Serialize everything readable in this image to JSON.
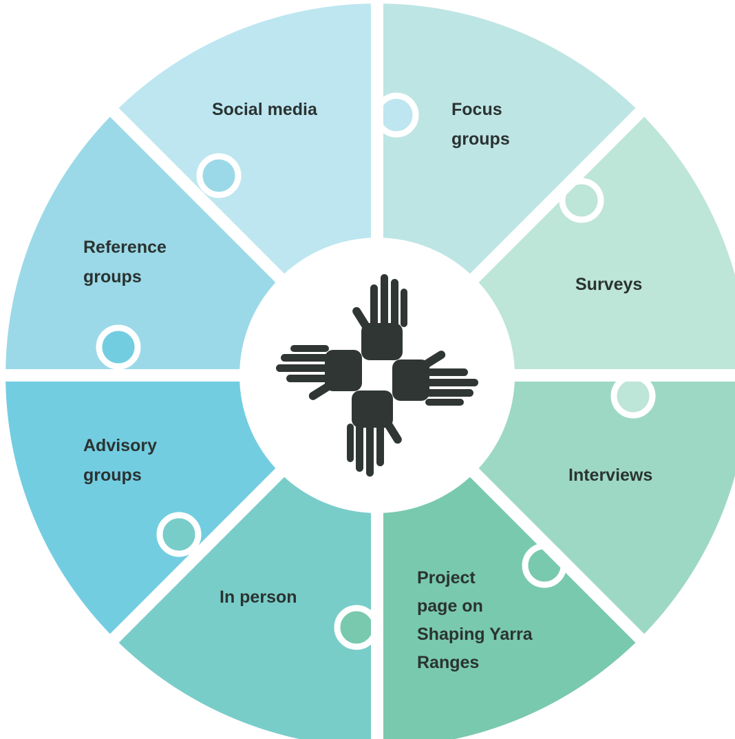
{
  "segments": [
    {
      "id": "social-media",
      "label_lines": [
        "Social media"
      ],
      "color": "#bde6f0"
    },
    {
      "id": "focus-groups",
      "label_lines": [
        "Focus",
        "groups"
      ],
      "color": "#bde5e4"
    },
    {
      "id": "surveys",
      "label_lines": [
        "Surveys"
      ],
      "color": "#bde5d8"
    },
    {
      "id": "interviews",
      "label_lines": [
        "Interviews"
      ],
      "color": "#9dd8c4"
    },
    {
      "id": "project-page",
      "label_lines": [
        "Project",
        "page on",
        "Shaping Yarra",
        "Ranges"
      ],
      "color": "#79c9ae"
    },
    {
      "id": "in-person",
      "label_lines": [
        "In person"
      ],
      "color": "#79cdc9"
    },
    {
      "id": "advisory-groups",
      "label_lines": [
        "Advisory",
        "groups"
      ],
      "color": "#73cde1"
    },
    {
      "id": "reference-groups",
      "label_lines": [
        "Reference",
        "groups"
      ],
      "color": "#9bd9e8"
    }
  ],
  "center": {
    "icon": "four-hands-icon",
    "color": "#ffffff",
    "icon_color": "#2f3634"
  },
  "divider_color": "#ffffff"
}
